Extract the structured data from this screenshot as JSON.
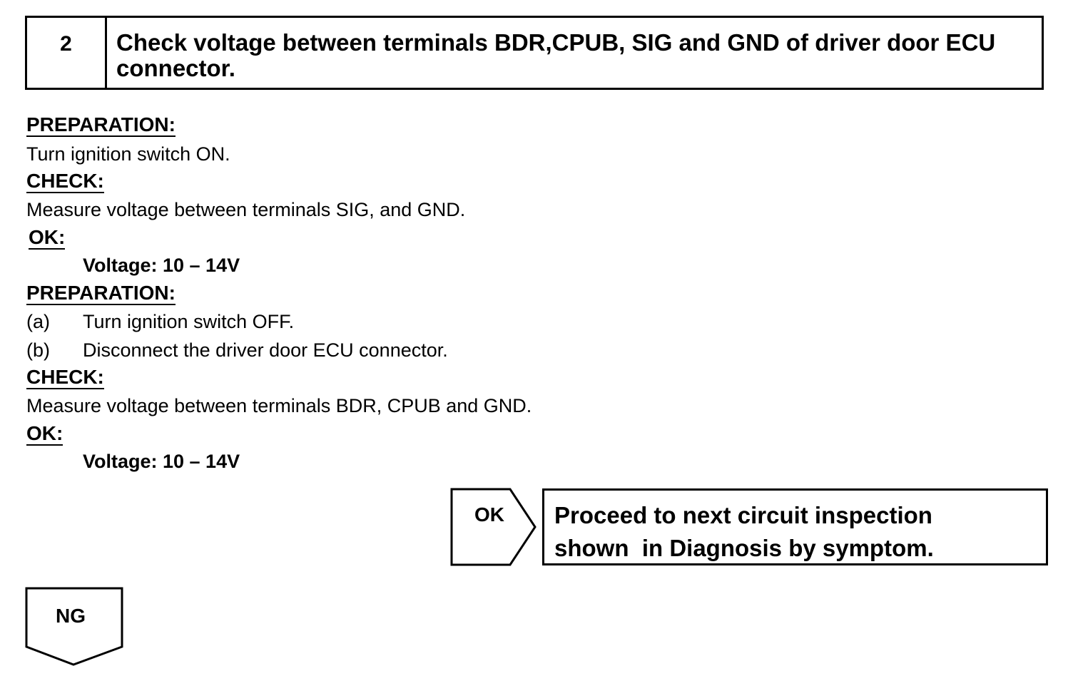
{
  "step": {
    "number": "2",
    "title": "Check voltage between terminals BDR,CPUB, SIG and GND of driver door ECU connector."
  },
  "section1": {
    "preparation_heading": "PREPARATION:",
    "preparation_text": "Turn ignition switch ON.",
    "check_heading": "CHECK:",
    "check_text": "Measure voltage between terminals SIG, and GND.",
    "ok_heading": "OK:",
    "ok_value": "Voltage: 10 – 14V"
  },
  "section2": {
    "preparation_heading": "PREPARATION:",
    "items": [
      {
        "marker": "(a)",
        "text": "Turn ignition switch OFF."
      },
      {
        "marker": "(b)",
        "text": "Disconnect the driver door ECU connector."
      }
    ],
    "check_heading": "CHECK:",
    "check_text": "Measure voltage between terminals BDR, CPUB and GND.",
    "ok_heading": "OK:",
    "ok_value": "Voltage: 10 – 14V"
  },
  "flow": {
    "ok_label": "OK",
    "ok_result_line1": "Proceed to next circuit inspection",
    "ok_result_line2": "shown  in Diagnosis by symptom.",
    "ng_label": "NG"
  }
}
